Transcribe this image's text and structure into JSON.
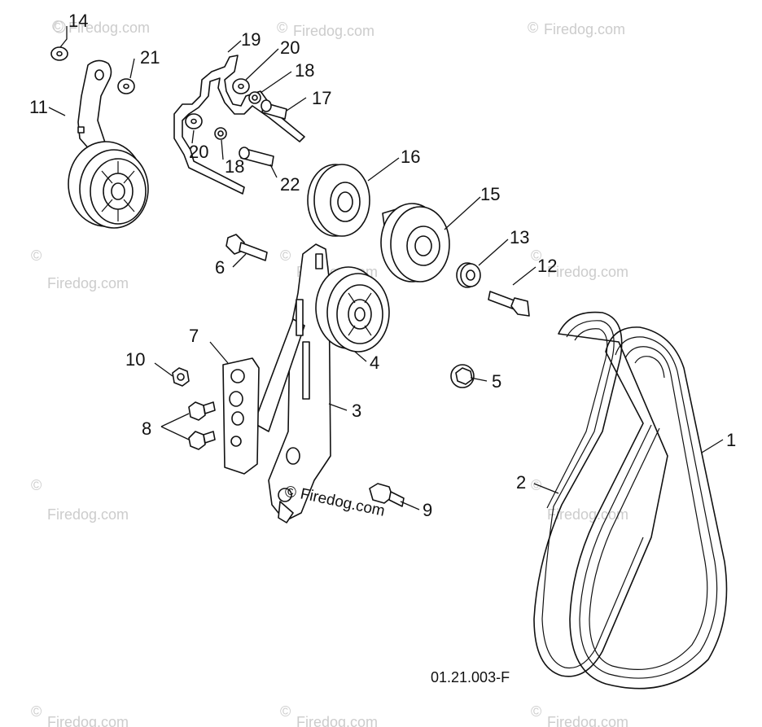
{
  "diagram": {
    "drawing_code": "01.21.003-F",
    "watermark_text": "Firedog.com",
    "watermark_symbol": "©",
    "callouts": {
      "c1": "1",
      "c2": "2",
      "c3": "3",
      "c4": "4",
      "c5": "5",
      "c6": "6",
      "c7": "7",
      "c8": "8",
      "c9": "9",
      "c10": "10",
      "c11": "11",
      "c12": "12",
      "c13": "13",
      "c14": "14",
      "c15": "15",
      "c16": "16",
      "c17": "17",
      "c18a": "18",
      "c18b": "18",
      "c19": "19",
      "c20a": "20",
      "c20b": "20",
      "c21": "21",
      "c22": "22"
    }
  },
  "colors": {
    "line": "#111111",
    "watermark": "#cccccc",
    "background": "#ffffff"
  }
}
